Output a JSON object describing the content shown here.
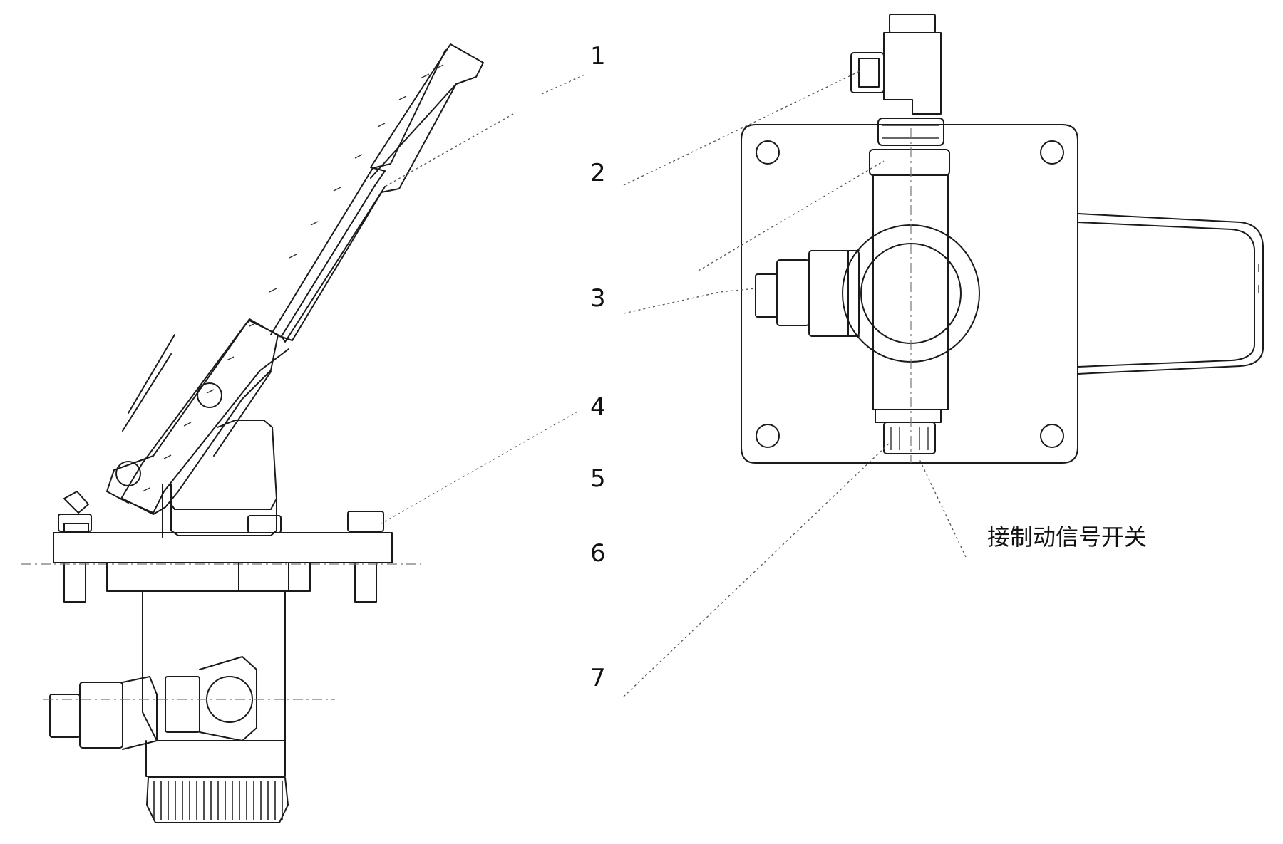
{
  "labels": {
    "n1": "1",
    "n2": "2",
    "n3": "3",
    "n4": "4",
    "n5": "5",
    "n6": "6",
    "n7": "7",
    "signal_switch": "接制动信号开关"
  },
  "colors": {
    "line": "#1a1a1a",
    "background": "#ffffff"
  }
}
